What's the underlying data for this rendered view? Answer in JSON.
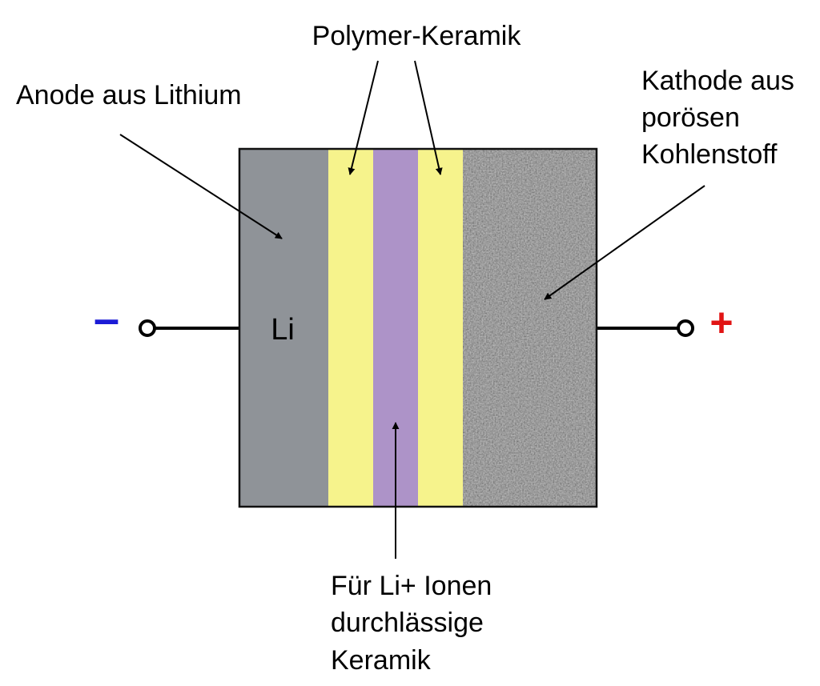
{
  "labels": {
    "polymer": "Polymer-Keramik",
    "anode": "Anode aus Lithium",
    "cathode": [
      "Kathode aus",
      "porösen",
      "Kohlenstoff"
    ],
    "ceramic": [
      "Für Li+ Ionen",
      "durchlässige",
      "Keramik"
    ],
    "li": "Li"
  },
  "terminals": {
    "negative": "–",
    "positive": "+"
  },
  "colors": {
    "anode": "#8f9398",
    "polymer": "#f6f38c",
    "ceramic": "#ad93c8",
    "cathode": "#6f6f6f",
    "negative": "#1b1bd6",
    "positive": "#e11414",
    "outline": "#111111"
  }
}
